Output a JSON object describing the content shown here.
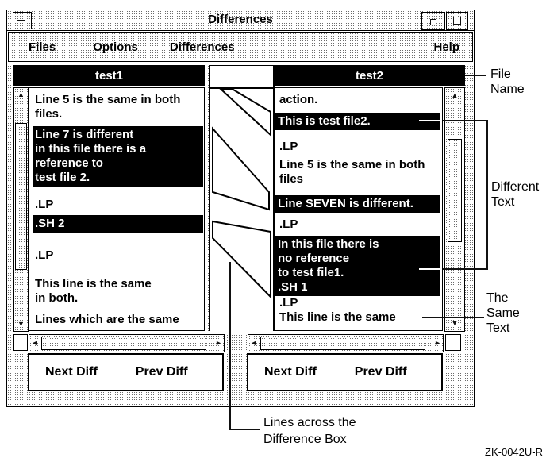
{
  "window": {
    "title": "Differences",
    "menu": {
      "items": [
        {
          "label": "Files"
        },
        {
          "label": "Options"
        },
        {
          "label": "Differences"
        }
      ],
      "help_label": "Help"
    },
    "left_pane": {
      "file_name": "test1",
      "rows": [
        {
          "text": "Line 5 is the same in both files.",
          "highlight": false
        },
        {
          "text": "Line 7 is different\nin this file there is a\nreference to\ntest file 2.",
          "highlight": true
        },
        {
          "text": ".LP",
          "highlight": false
        },
        {
          "text": ".SH 2",
          "highlight": true
        },
        {
          "text": ".LP",
          "highlight": false
        },
        {
          "text": "This line is the same\nin both.",
          "highlight": false
        },
        {
          "text": "Lines which are the same",
          "highlight": false
        }
      ],
      "next_button": "Next Diff",
      "prev_button": "Prev Diff"
    },
    "right_pane": {
      "file_name": "test2",
      "rows": [
        {
          "text": "action.",
          "highlight": false
        },
        {
          "text": "This is test file2.",
          "highlight": true
        },
        {
          "text": ".LP",
          "highlight": false
        },
        {
          "text": "Line 5 is the same in both files",
          "highlight": false
        },
        {
          "text": "Line SEVEN is different.",
          "highlight": true
        },
        {
          "text": ".LP",
          "highlight": false
        },
        {
          "text": "In this file there is\nno reference\nto test file1.\n.SH 1",
          "highlight": true
        },
        {
          "text": ".LP",
          "highlight": false
        },
        {
          "text": "This line is the same",
          "highlight": false
        }
      ],
      "next_button": "Next Diff",
      "prev_button": "Prev Diff"
    }
  },
  "annotations": {
    "file_name": "File Name",
    "different_text": "Different Text",
    "same_text": "The Same Text",
    "lines_across": "Lines across the Difference Box",
    "caption": "ZK-0042U-R"
  },
  "icons": {
    "up_arrow": "▲",
    "down_arrow": "▼",
    "left_arrow": "◄",
    "right_arrow": "►"
  },
  "colors": {
    "foreground": "#000000",
    "background": "#ffffff",
    "highlight_bg": "#000000",
    "highlight_fg": "#ffffff"
  }
}
